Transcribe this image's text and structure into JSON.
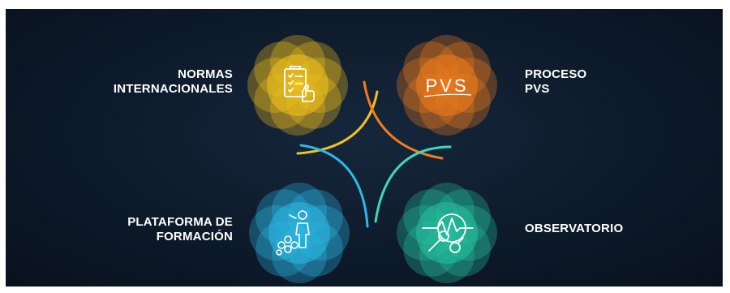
{
  "labels": {
    "normas": {
      "line1": "NORMAS",
      "line2": "INTERNACIONALES"
    },
    "proceso": {
      "line1": "PROCESO",
      "line2": "PVS"
    },
    "plataforma": {
      "line1": "PLATAFORMA DE",
      "line2": "FORMACIÓN"
    },
    "observatorio": {
      "line1": "OBSERVATORIO"
    }
  },
  "logo_text": "PVS",
  "icons": {
    "normas": "checklist-thumbs-up-icon",
    "proceso": "pvs-logo-icon",
    "plataforma": "person-network-icon",
    "observatorio": "magnifier-pulse-icon"
  },
  "colors": {
    "background": "#0d1a2a",
    "yellow": "#f2c21b",
    "orange": "#f07c1c",
    "blue": "#2bb9e6",
    "teal": "#24c2a0"
  }
}
